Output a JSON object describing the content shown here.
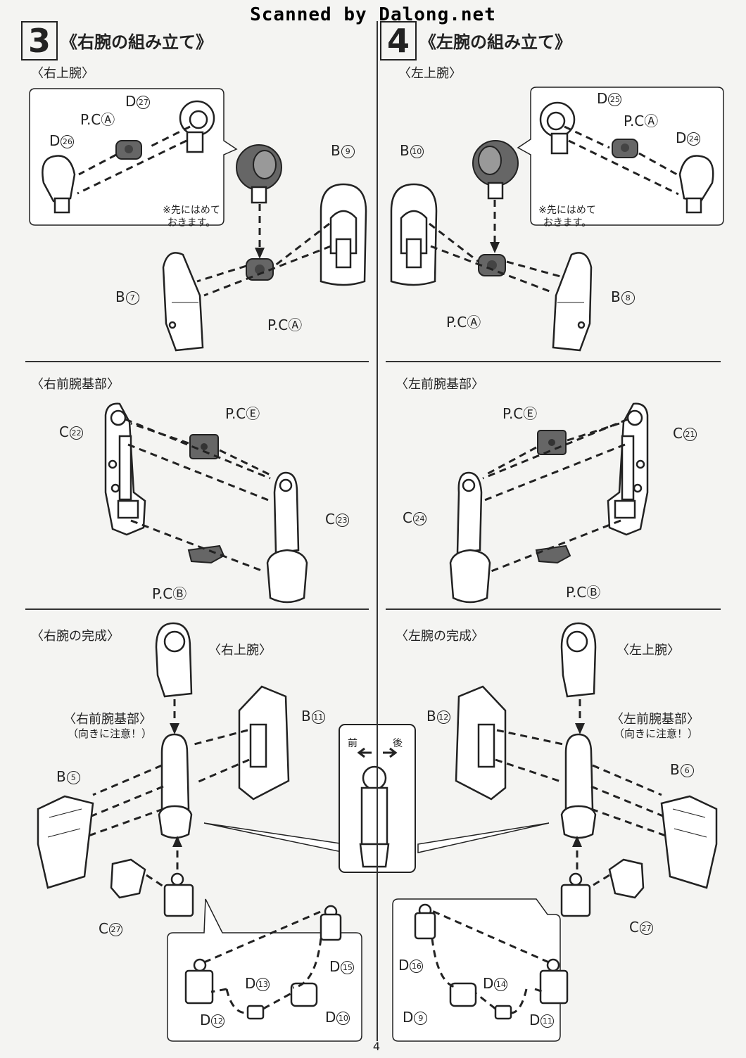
{
  "scan_credit": "Scanned by Dalong.net",
  "page_number": "4",
  "step3": {
    "number": "3",
    "title": "《右腕の組み立て》",
    "upper_arm": {
      "heading": "〈右上腕〉",
      "note": "※先にはめて\nおきます。",
      "pc_a_top": "P.CⒶ",
      "pc_a_bottom": "P.CⒶ",
      "d27": "D",
      "d27n": "27",
      "d26": "D",
      "d26n": "26",
      "b9": "B",
      "b9n": "9",
      "b7": "B",
      "b7n": "7"
    },
    "forearm_base": {
      "heading": "〈右前腕基部〉",
      "pc_e": "P.CⒺ",
      "pc_b": "P.CⒷ",
      "c22": "C",
      "c22n": "22",
      "c23": "C",
      "c23n": "23"
    },
    "complete": {
      "heading": "〈右腕の完成〉",
      "upper_label": "〈右上腕〉",
      "forearm_label": "〈右前腕基部〉",
      "orient_note": "（向きに注意！）",
      "b11": "B",
      "b11n": "11",
      "b5": "B",
      "b5n": "5",
      "c27": "C",
      "c27n": "27",
      "d15": "D",
      "d15n": "15",
      "d13": "D",
      "d13n": "13",
      "d12": "D",
      "d12n": "12",
      "d10": "D",
      "d10n": "10"
    }
  },
  "step4": {
    "number": "4",
    "title": "《左腕の組み立て》",
    "upper_arm": {
      "heading": "〈左上腕〉",
      "note": "※先にはめて\nおきます。",
      "pc_a_top": "P.CⒶ",
      "pc_a_bottom": "P.CⒶ",
      "d25": "D",
      "d25n": "25",
      "d24": "D",
      "d24n": "24",
      "b10": "B",
      "b10n": "10",
      "b8": "B",
      "b8n": "8"
    },
    "forearm_base": {
      "heading": "〈左前腕基部〉",
      "pc_e": "P.CⒺ",
      "pc_b": "P.CⒷ",
      "c21": "C",
      "c21n": "21",
      "c24": "C",
      "c24n": "24"
    },
    "complete": {
      "heading": "〈左腕の完成〉",
      "upper_label": "〈左上腕〉",
      "forearm_label": "〈左前腕基部〉",
      "orient_note": "（向きに注意！）",
      "b12": "B",
      "b12n": "12",
      "b6": "B",
      "b6n": "6",
      "c27": "C",
      "c27n": "27",
      "d16": "D",
      "d16n": "16",
      "d14": "D",
      "d14n": "14",
      "d9": "D",
      "d9n": "9",
      "d11": "D",
      "d11n": "11"
    }
  },
  "orientation_box": {
    "front": "前",
    "back": "後"
  }
}
